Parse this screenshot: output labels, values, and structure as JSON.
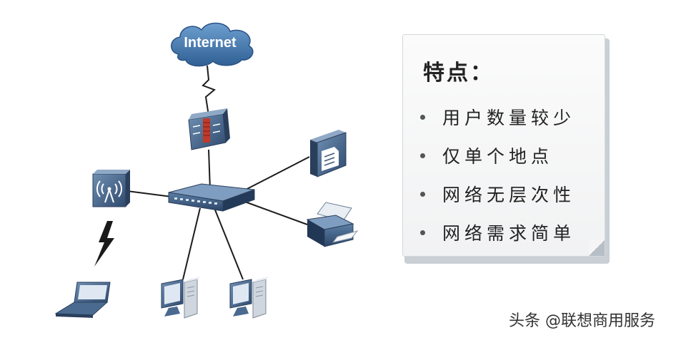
{
  "diagram": {
    "cloud_label": "Internet",
    "nodes": [
      "firewall",
      "switch",
      "wireless-ap",
      "server",
      "printer",
      "laptop",
      "desktop-1",
      "desktop-2"
    ]
  },
  "panel": {
    "title": "特点：",
    "items": [
      "用户数量较少",
      "仅单个地点",
      "网络无层次性",
      "网络需求简单"
    ]
  },
  "watermark": "头条 @联想商用服务",
  "colors": {
    "device": "#3d5a7c",
    "link": "#1c1c1c",
    "cloud": "#4a7fb5"
  }
}
